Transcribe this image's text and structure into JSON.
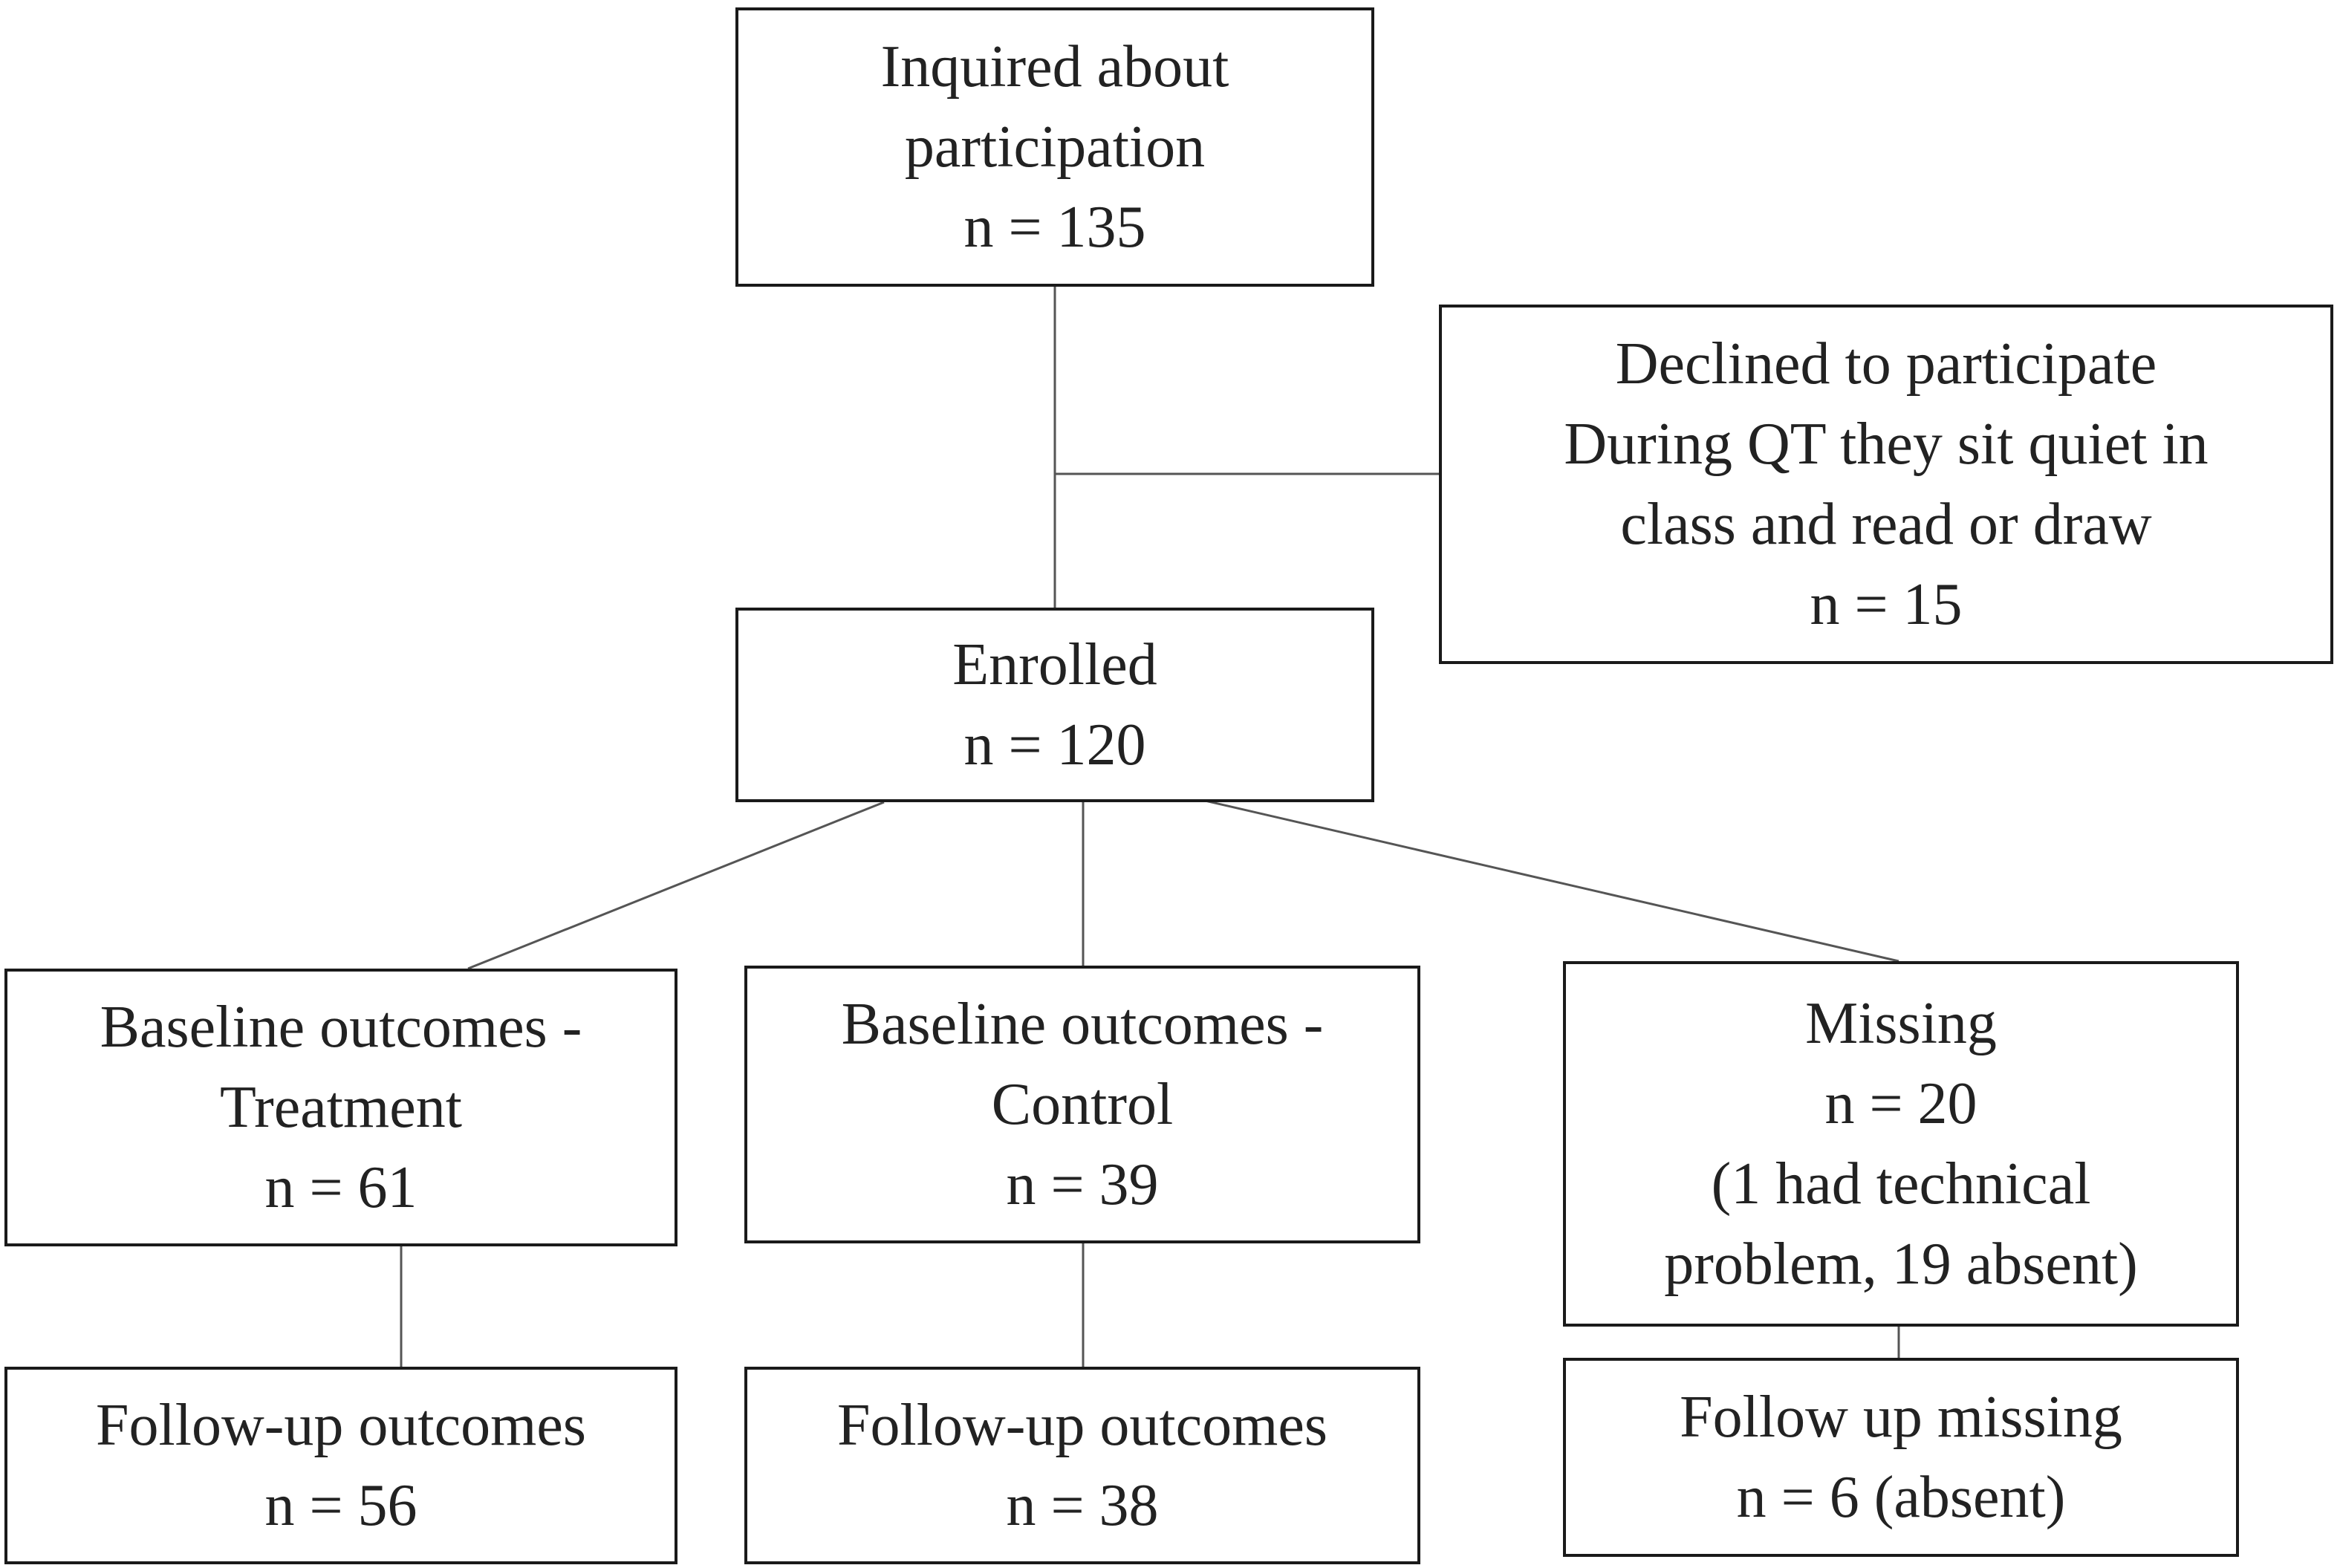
{
  "diagram": {
    "nodes": {
      "inquired": {
        "lines": [
          "Inquired about",
          "participation",
          "n = 135"
        ]
      },
      "declined": {
        "lines": [
          "Declined to participate",
          "During QT they sit quiet in",
          "class and read or draw",
          "n = 15"
        ]
      },
      "enrolled": {
        "lines": [
          "Enrolled",
          "n = 120"
        ]
      },
      "baseline_treatment": {
        "lines": [
          "Baseline outcomes -",
          "Treatment",
          "n = 61"
        ]
      },
      "baseline_control": {
        "lines": [
          "Baseline outcomes -",
          "Control",
          "n = 39"
        ]
      },
      "missing": {
        "lines": [
          "Missing",
          "n = 20",
          "(1 had technical",
          "problem, 19 absent)"
        ]
      },
      "followup_treatment": {
        "lines": [
          "Follow-up outcomes",
          "n = 56"
        ]
      },
      "followup_control": {
        "lines": [
          "Follow-up outcomes",
          "n = 38"
        ]
      },
      "followup_missing": {
        "lines": [
          "Follow up missing",
          "n = 6 (absent)"
        ]
      }
    },
    "edges": [
      {
        "from": "inquired",
        "to": "enrolled"
      },
      {
        "from": "inquired",
        "to": "declined"
      },
      {
        "from": "enrolled",
        "to": "baseline_treatment"
      },
      {
        "from": "enrolled",
        "to": "baseline_control"
      },
      {
        "from": "enrolled",
        "to": "missing"
      },
      {
        "from": "baseline_treatment",
        "to": "followup_treatment"
      },
      {
        "from": "baseline_control",
        "to": "followup_control"
      },
      {
        "from": "missing",
        "to": "followup_missing"
      }
    ],
    "colors": {
      "box_border": "#1a1a1a",
      "connector": "#555555",
      "text": "#222222",
      "background": "#ffffff"
    }
  }
}
